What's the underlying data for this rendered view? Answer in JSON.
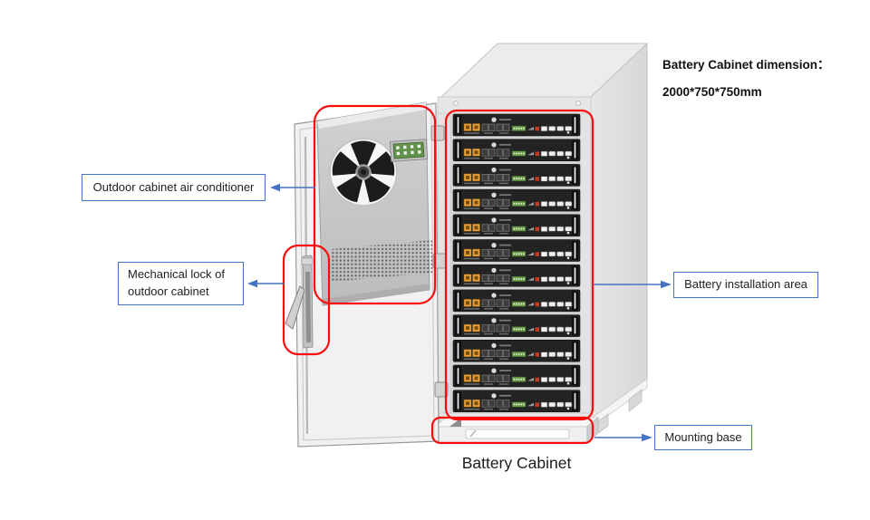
{
  "caption": "Battery Cabinet",
  "dimension_note": {
    "line1": "Battery Cabinet dimension：",
    "line2": "2000*750*750mm"
  },
  "callouts": {
    "air_conditioner": {
      "label": "Outdoor cabinet air conditioner"
    },
    "mechanical_lock": {
      "label": "Mechanical lock of outdoor cabinet"
    },
    "battery_area": {
      "label": "Battery installation area"
    },
    "mounting_base": {
      "label": "Mounting base"
    }
  },
  "diagram": {
    "battery_module_count": 12,
    "colors": {
      "highlight_red": "#FB0D0D",
      "callout_blue": "#4472C4",
      "module_black": "#232323",
      "connector_orange": "#E9A13B",
      "terminal_green": "#6F9E4C"
    }
  }
}
